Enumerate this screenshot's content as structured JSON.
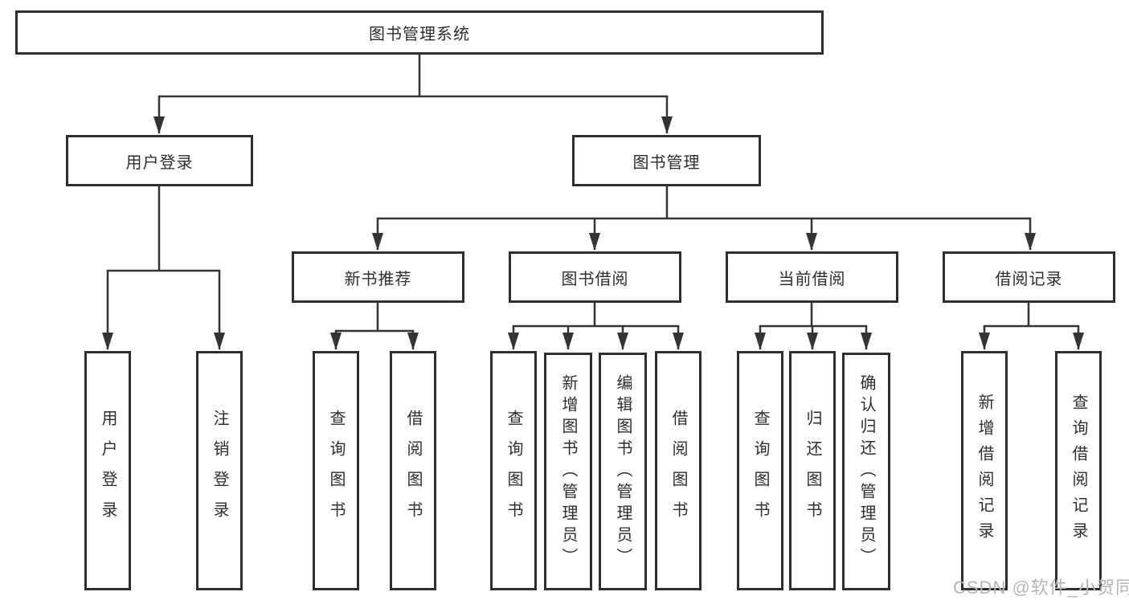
{
  "diagram": {
    "title": "图书管理系统",
    "watermark": "CSDN @软件_小贺同学",
    "colors": {
      "background": "#ffffff",
      "line": "#343434",
      "box_border": "#2e2e2e",
      "text": "#2d2d2d",
      "watermark": "#b4b4b4"
    },
    "nodes": {
      "root": {
        "label": "图书管理系统"
      },
      "user_login": {
        "label": "用户登录"
      },
      "book_mgmt": {
        "label": "图书管理"
      },
      "new_book_rec": {
        "label": "新书推荐"
      },
      "book_borrow": {
        "label": "图书借阅"
      },
      "current_borrow": {
        "label": "当前借阅"
      },
      "borrow_records": {
        "label": "借阅记录"
      },
      "leaf_user_login": {
        "label": "用户登录"
      },
      "leaf_logout": {
        "label": "注销登录"
      },
      "leaf_query_book_1": {
        "label": "查询图书"
      },
      "leaf_borrow_book_1": {
        "label": "借阅图书"
      },
      "leaf_query_book_2": {
        "label": "查询图书"
      },
      "leaf_add_book": {
        "label": "新增图书（管理员）"
      },
      "leaf_edit_book": {
        "label": "编辑图书（管理员）"
      },
      "leaf_borrow_book_2": {
        "label": "借阅图书"
      },
      "leaf_query_book_3": {
        "label": "查询图书"
      },
      "leaf_return_book": {
        "label": "归还图书"
      },
      "leaf_confirm_return": {
        "label": "确认归还（管理员）"
      },
      "leaf_add_record": {
        "label": "新增借阅记录"
      },
      "leaf_query_record": {
        "label": "查询借阅记录"
      }
    },
    "hierarchy": [
      {
        "parent": "图书管理系统",
        "children": [
          "用户登录",
          "图书管理"
        ]
      },
      {
        "parent": "用户登录",
        "children": [
          "用户登录",
          "注销登录"
        ]
      },
      {
        "parent": "图书管理",
        "children": [
          "新书推荐",
          "图书借阅",
          "当前借阅",
          "借阅记录"
        ]
      },
      {
        "parent": "新书推荐",
        "children": [
          "查询图书",
          "借阅图书"
        ]
      },
      {
        "parent": "图书借阅",
        "children": [
          "查询图书",
          "新增图书（管理员）",
          "编辑图书（管理员）",
          "借阅图书"
        ]
      },
      {
        "parent": "当前借阅",
        "children": [
          "查询图书",
          "归还图书",
          "确认归还（管理员）"
        ]
      },
      {
        "parent": "借阅记录",
        "children": [
          "新增借阅记录",
          "查询借阅记录"
        ]
      }
    ]
  }
}
